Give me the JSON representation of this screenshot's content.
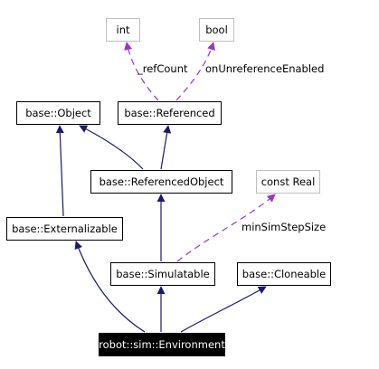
{
  "diagram": {
    "nodes": [
      {
        "id": "int",
        "label": "int",
        "style": "type"
      },
      {
        "id": "bool",
        "label": "bool",
        "style": "type"
      },
      {
        "id": "object",
        "label": "base::Object",
        "style": "class"
      },
      {
        "id": "referenced",
        "label": "base::Referenced",
        "style": "class"
      },
      {
        "id": "referencedobject",
        "label": "base::ReferencedObject",
        "style": "class"
      },
      {
        "id": "constreal",
        "label": "const Real",
        "style": "type"
      },
      {
        "id": "externalizable",
        "label": "base::Externalizable",
        "style": "class"
      },
      {
        "id": "simulatable",
        "label": "base::Simulatable",
        "style": "class"
      },
      {
        "id": "cloneable",
        "label": "base::Cloneable",
        "style": "class"
      },
      {
        "id": "environment",
        "label": "robot::sim::Environment",
        "style": "focus"
      }
    ],
    "edges": [
      {
        "from": "referenced",
        "to": "int",
        "kind": "member",
        "label": "_refCount"
      },
      {
        "from": "referenced",
        "to": "bool",
        "kind": "member",
        "label": "onUnreferenceEnabled"
      },
      {
        "from": "referencedobject",
        "to": "object",
        "kind": "inherit",
        "label": ""
      },
      {
        "from": "referencedobject",
        "to": "referenced",
        "kind": "inherit",
        "label": ""
      },
      {
        "from": "externalizable",
        "to": "object",
        "kind": "inherit",
        "label": ""
      },
      {
        "from": "simulatable",
        "to": "referencedobject",
        "kind": "inherit",
        "label": ""
      },
      {
        "from": "simulatable",
        "to": "constreal",
        "kind": "member",
        "label": "minSimStepSize"
      },
      {
        "from": "environment",
        "to": "externalizable",
        "kind": "inherit",
        "label": ""
      },
      {
        "from": "environment",
        "to": "simulatable",
        "kind": "inherit",
        "label": ""
      },
      {
        "from": "environment",
        "to": "cloneable",
        "kind": "inherit",
        "label": ""
      }
    ],
    "colors": {
      "inherit": "#191970",
      "member": "#9a32cd",
      "class_border": "#000000",
      "type_border": "#bfbfbf",
      "focus_fill": "#000000",
      "focus_text": "#ffffff"
    }
  }
}
